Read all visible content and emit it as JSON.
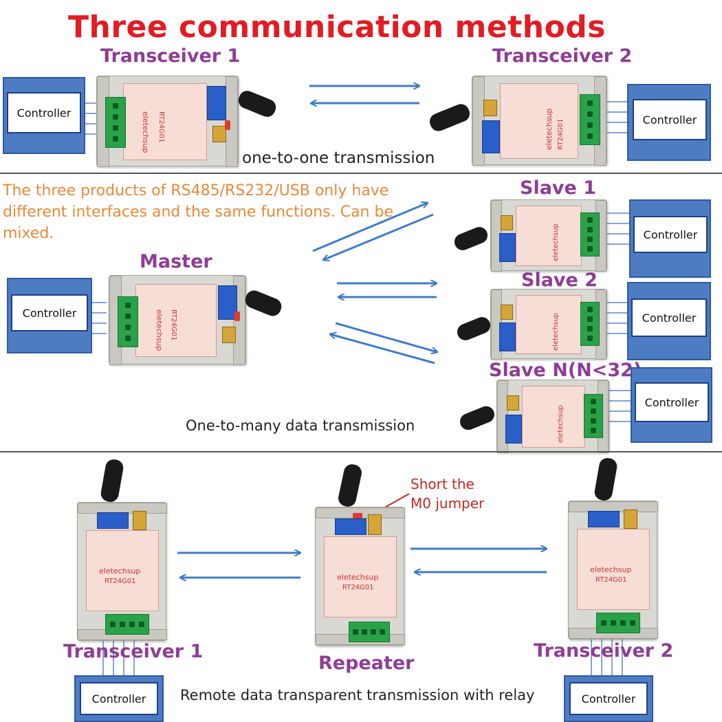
{
  "title": "Three communication methods",
  "section1": {
    "label_left": "Transceiver 1",
    "label_right": "Transceiver 2",
    "caption": "one-to-one transmission"
  },
  "section2": {
    "note": "The three products of RS485/RS232/USB only have different interfaces and the same functions. Can be mixed.",
    "master_label": "Master",
    "slave1_label": "Slave 1",
    "slave2_label": "Slave 2",
    "slaveN_label": "Slave N(N<32)",
    "caption": "One-to-many data transmission"
  },
  "section3": {
    "label_left": "Transceiver 1",
    "label_center": "Repeater",
    "label_right": "Transceiver 2",
    "jumper_note_line1": "Short the",
    "jumper_note_line2": "M0 jumper",
    "caption": "Remote data transparent transmission with relay"
  },
  "controller_label": "Controller",
  "device": {
    "brand": "eletechsup",
    "model": "RT24G01"
  },
  "colors": {
    "title": "#e31b23",
    "label": "#8e3d96",
    "note": "#e8893a",
    "arrow": "#3d7cc9",
    "controller": "#4d7cc3"
  }
}
